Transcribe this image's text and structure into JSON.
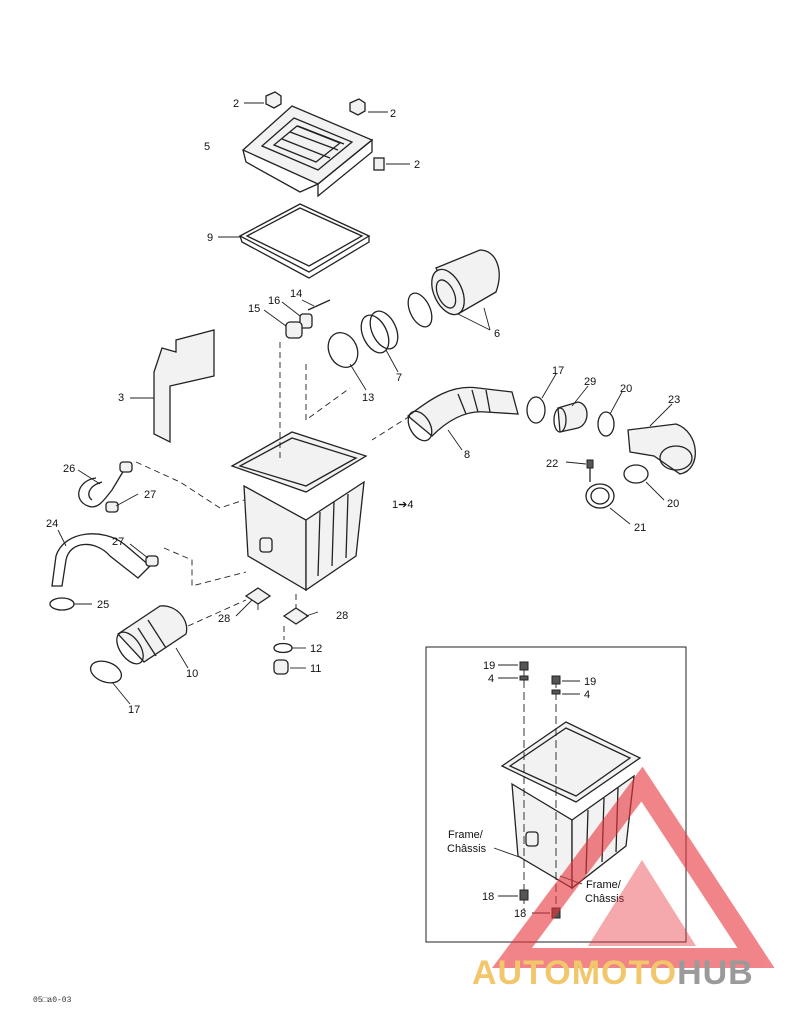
{
  "diagram": {
    "callouts": [
      {
        "id": "c2a",
        "text": "2"
      },
      {
        "id": "c2b",
        "text": "2"
      },
      {
        "id": "c2c",
        "text": "2"
      },
      {
        "id": "c5",
        "text": "5"
      },
      {
        "id": "c9",
        "text": "9"
      },
      {
        "id": "c14",
        "text": "14"
      },
      {
        "id": "c16",
        "text": "16"
      },
      {
        "id": "c15",
        "text": "15"
      },
      {
        "id": "c6",
        "text": "6"
      },
      {
        "id": "c13",
        "text": "13"
      },
      {
        "id": "c7",
        "text": "7"
      },
      {
        "id": "c3",
        "text": "3"
      },
      {
        "id": "c17a",
        "text": "17"
      },
      {
        "id": "c29",
        "text": "29"
      },
      {
        "id": "c20a",
        "text": "20"
      },
      {
        "id": "c23",
        "text": "23"
      },
      {
        "id": "c8",
        "text": "8"
      },
      {
        "id": "c22",
        "text": "22"
      },
      {
        "id": "c20b",
        "text": "20"
      },
      {
        "id": "c21",
        "text": "21"
      },
      {
        "id": "c26",
        "text": "26"
      },
      {
        "id": "c27a",
        "text": "27"
      },
      {
        "id": "c24",
        "text": "24"
      },
      {
        "id": "c27b",
        "text": "27"
      },
      {
        "id": "c25",
        "text": "25"
      },
      {
        "id": "c28a",
        "text": "28"
      },
      {
        "id": "c28b",
        "text": "28"
      },
      {
        "id": "c12",
        "text": "12"
      },
      {
        "id": "c11",
        "text": "11"
      },
      {
        "id": "c10",
        "text": "10"
      },
      {
        "id": "c17b",
        "text": "17"
      },
      {
        "id": "c14arrow",
        "text": "1➔4"
      }
    ],
    "inset_callouts": [
      {
        "id": "i19a",
        "text": "19"
      },
      {
        "id": "i4a",
        "text": "4"
      },
      {
        "id": "i19b",
        "text": "19"
      },
      {
        "id": "i4b",
        "text": "4"
      },
      {
        "id": "i18a",
        "text": "18"
      },
      {
        "id": "i18b",
        "text": "18"
      }
    ],
    "inset_notes": {
      "frame_left_line1": "Frame/",
      "frame_left_line2": "Châssis",
      "frame_right_line1": "Frame/",
      "frame_right_line2": "Châssis"
    },
    "figure_code": "05□a0-03"
  },
  "watermark": {
    "brand_part1": "AUTOMOTO",
    "brand_part2": "HUB",
    "color_red": "#e8333a",
    "color_yellow": "#f2c66b",
    "color_grey": "#9a9a9a"
  }
}
